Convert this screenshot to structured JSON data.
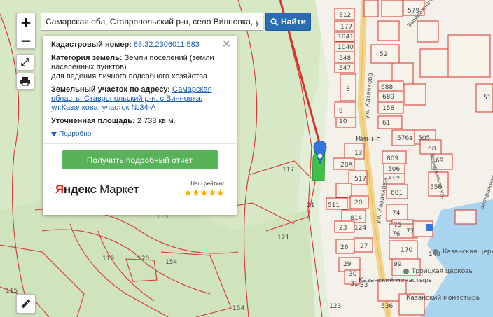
{
  "search": {
    "value": "Самарская обл, Ставропольский р-н, село Винновка, ул Ка",
    "button": "Найти"
  },
  "controls": {
    "zoom_in": "+",
    "zoom_out": "−"
  },
  "card": {
    "cad_label": "Кадастровый номер:",
    "cad_value": "63:32:2306011:583",
    "cat_label": "Категория земель:",
    "cat_value": "Земли поселений (земли населенных пунктов)",
    "cat_use": "для ведения личного подсобного хозяйства",
    "addr_label": "Земельный участок по адресу:",
    "addr_value": "Самарская область, Ставропольский р-н, с.Винновка, ул.Казачкова, участок №34-А",
    "area_label": "Уточненная площадь:",
    "area_value": "2 733 кв.м.",
    "more": "Подробно",
    "report_button": "Получить подробный отчет",
    "brand_red": "Я",
    "brand_bold": "ндекс",
    "brand_rest": " Маркет",
    "rating_label": "Наш рейтинг",
    "stars": "★★★★★"
  },
  "map_labels": {
    "plots": [
      "812",
      "579",
      "177",
      "1041",
      "1040",
      "52",
      "548",
      "547",
      "8",
      "688",
      "689",
      "158",
      "9",
      "10",
      "61",
      "576з",
      "505",
      "13",
      "809",
      "28А",
      "506",
      "517",
      "817",
      "681",
      "21",
      "511",
      "20",
      "814",
      "74",
      "23",
      "124",
      "75",
      "76",
      "77",
      "26",
      "27",
      "170",
      "149",
      "29",
      "99",
      "30",
      "31",
      "33",
      "536",
      "117",
      "121",
      "118",
      "119",
      "120",
      "154",
      "123",
      "115",
      "154",
      "68",
      "69",
      "556",
      "51"
    ],
    "streets": [
      "ул. Казачкова",
      "ул. Казачкова",
      "Заовражная ул.",
      "Заовражная ул.",
      "Заовражная ул."
    ],
    "places": [
      "Виннс",
      "Казанская церковь",
      "Троицкая церковь",
      "Казанский монастырь",
      "Казанский монастырь"
    ]
  },
  "colors": {
    "parcel": "#d9322e",
    "road": "#f2d58a",
    "water": "#a8d4f0",
    "forest": "#d7e8c6",
    "selected": "#3ec24a",
    "marker": "#3377dd"
  }
}
